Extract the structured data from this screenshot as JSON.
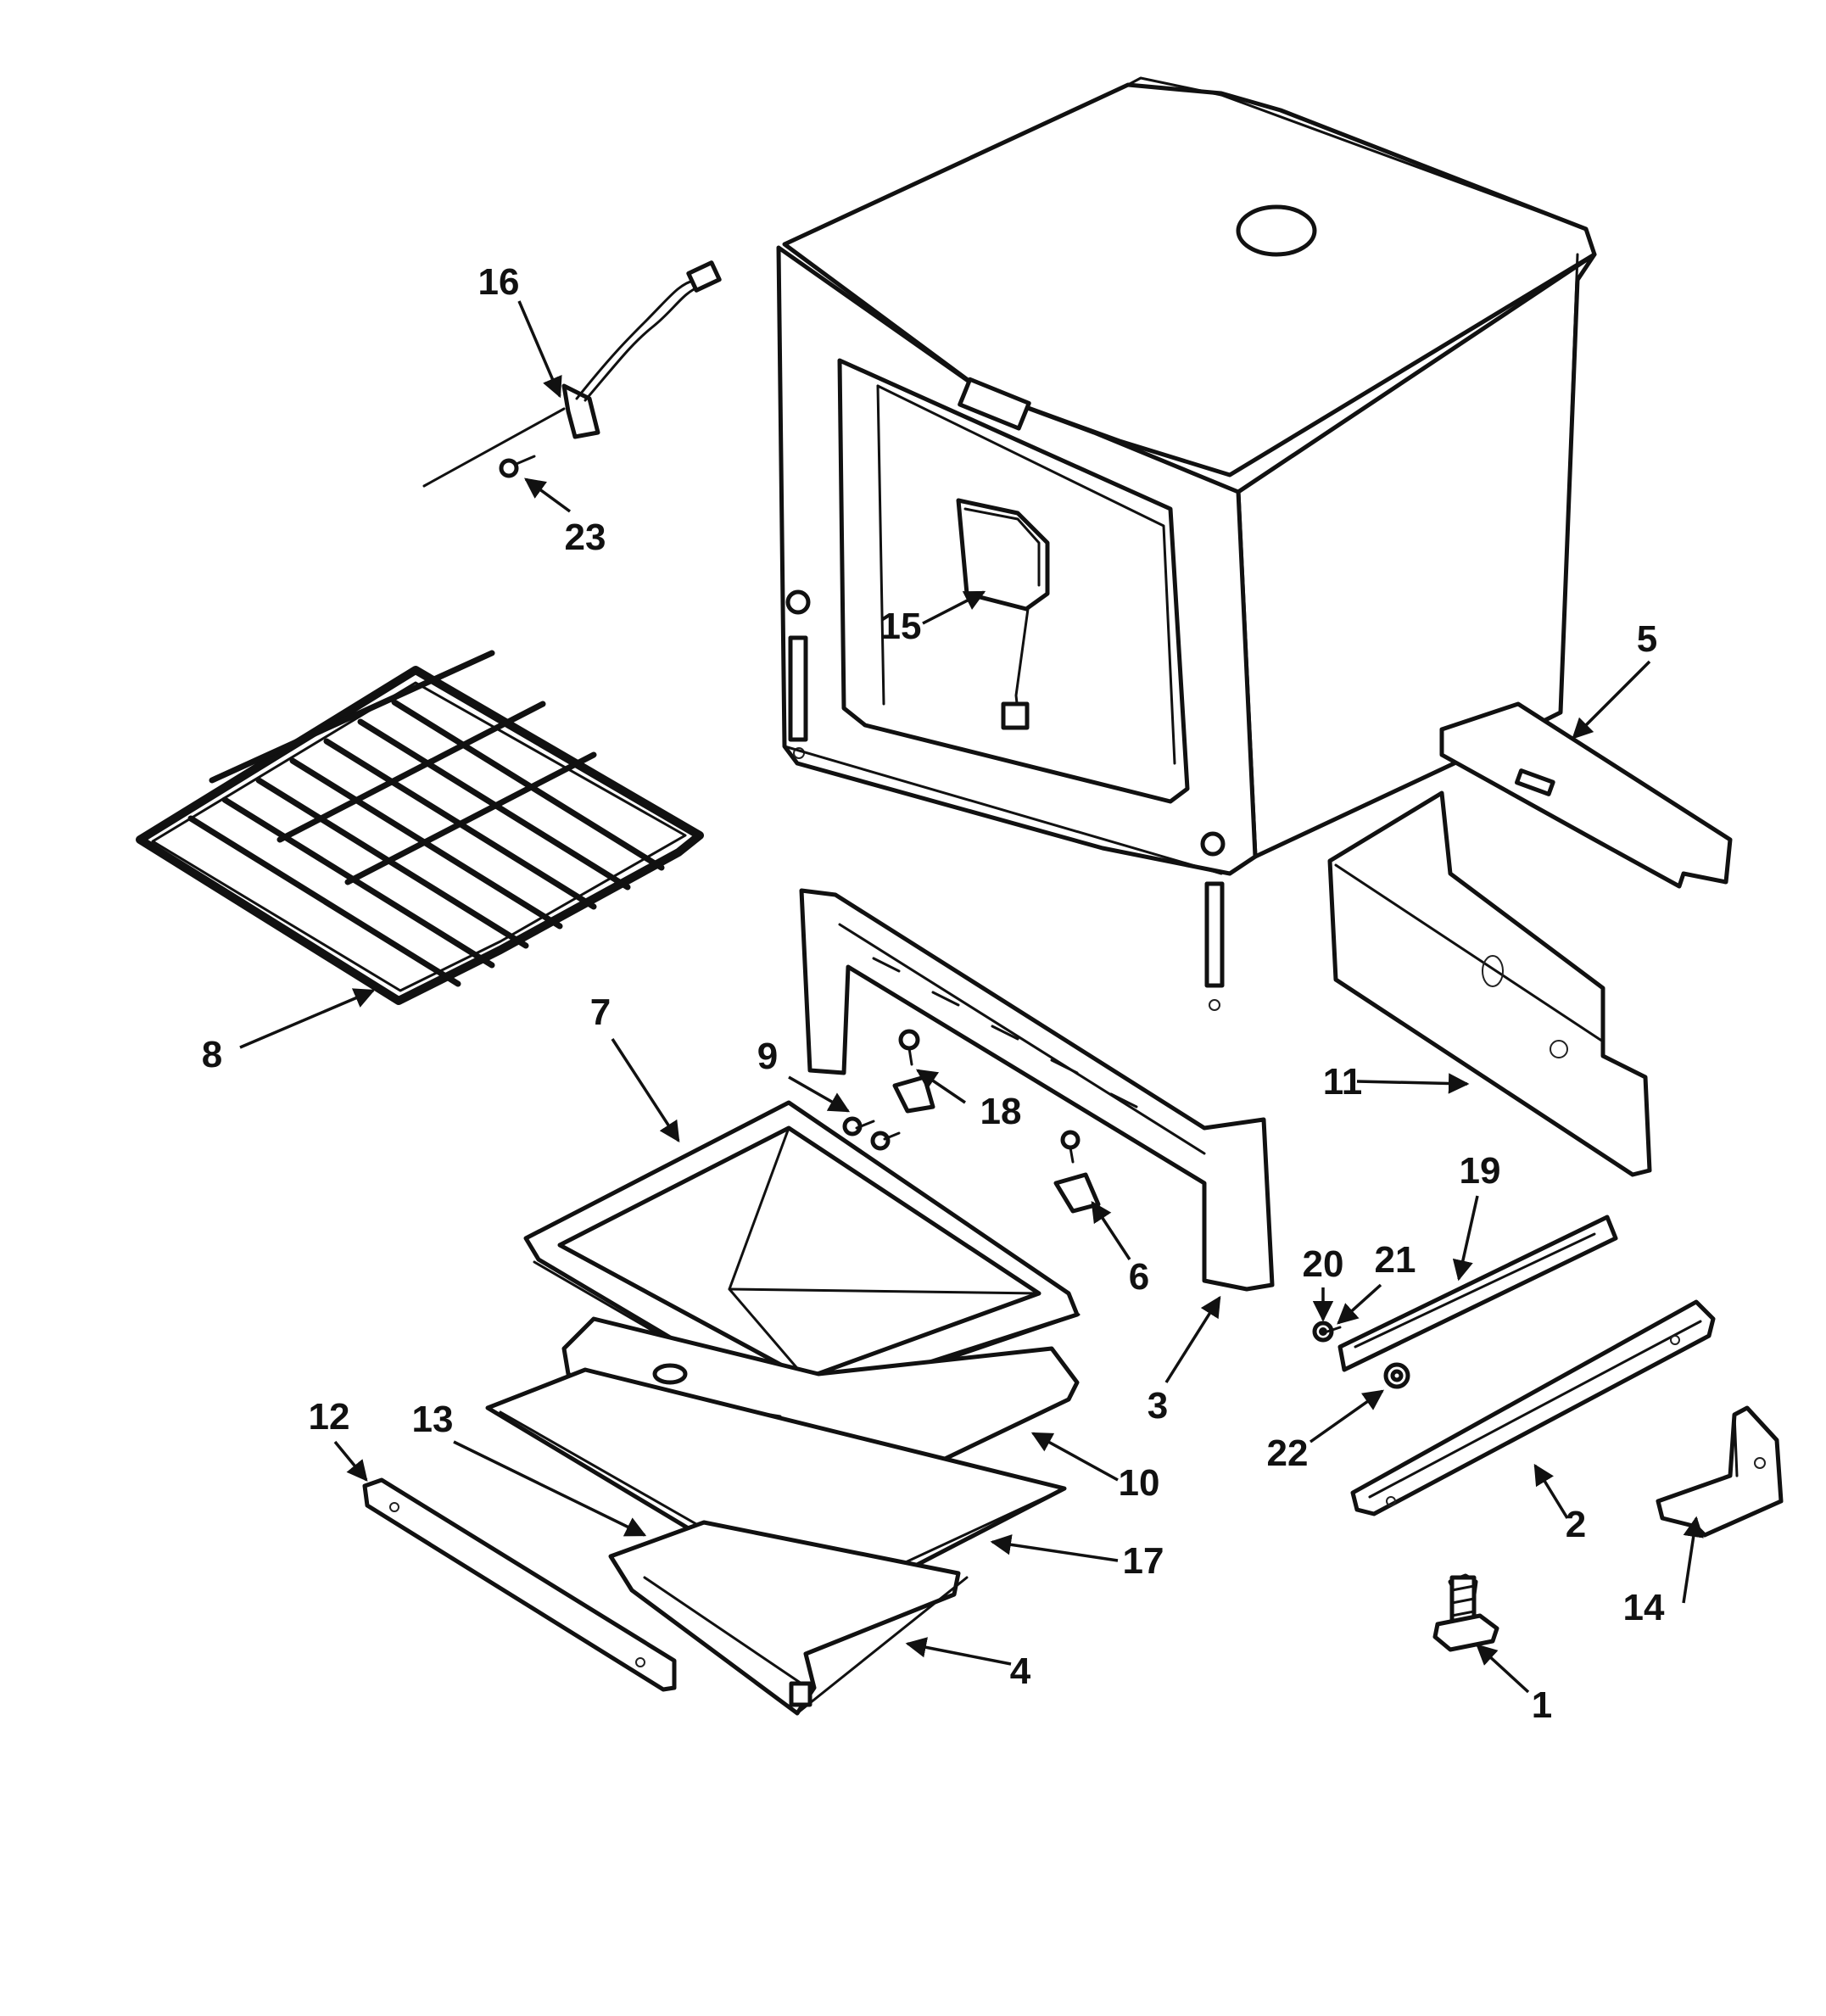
{
  "diagram": {
    "callouts": [
      {
        "id": "1",
        "label": "1"
      },
      {
        "id": "2",
        "label": "2"
      },
      {
        "id": "3",
        "label": "3"
      },
      {
        "id": "4",
        "label": "4"
      },
      {
        "id": "5",
        "label": "5"
      },
      {
        "id": "6",
        "label": "6"
      },
      {
        "id": "7",
        "label": "7"
      },
      {
        "id": "8",
        "label": "8"
      },
      {
        "id": "9",
        "label": "9"
      },
      {
        "id": "10",
        "label": "10"
      },
      {
        "id": "11",
        "label": "11"
      },
      {
        "id": "12",
        "label": "12"
      },
      {
        "id": "13",
        "label": "13"
      },
      {
        "id": "14",
        "label": "14"
      },
      {
        "id": "15",
        "label": "15"
      },
      {
        "id": "16",
        "label": "16"
      },
      {
        "id": "17",
        "label": "17"
      },
      {
        "id": "18",
        "label": "18"
      },
      {
        "id": "19",
        "label": "19"
      },
      {
        "id": "20",
        "label": "20"
      },
      {
        "id": "21",
        "label": "21"
      },
      {
        "id": "22",
        "label": "22"
      },
      {
        "id": "23",
        "label": "23"
      }
    ],
    "colors": {
      "ink": "#111111",
      "paper": "#ffffff"
    }
  }
}
